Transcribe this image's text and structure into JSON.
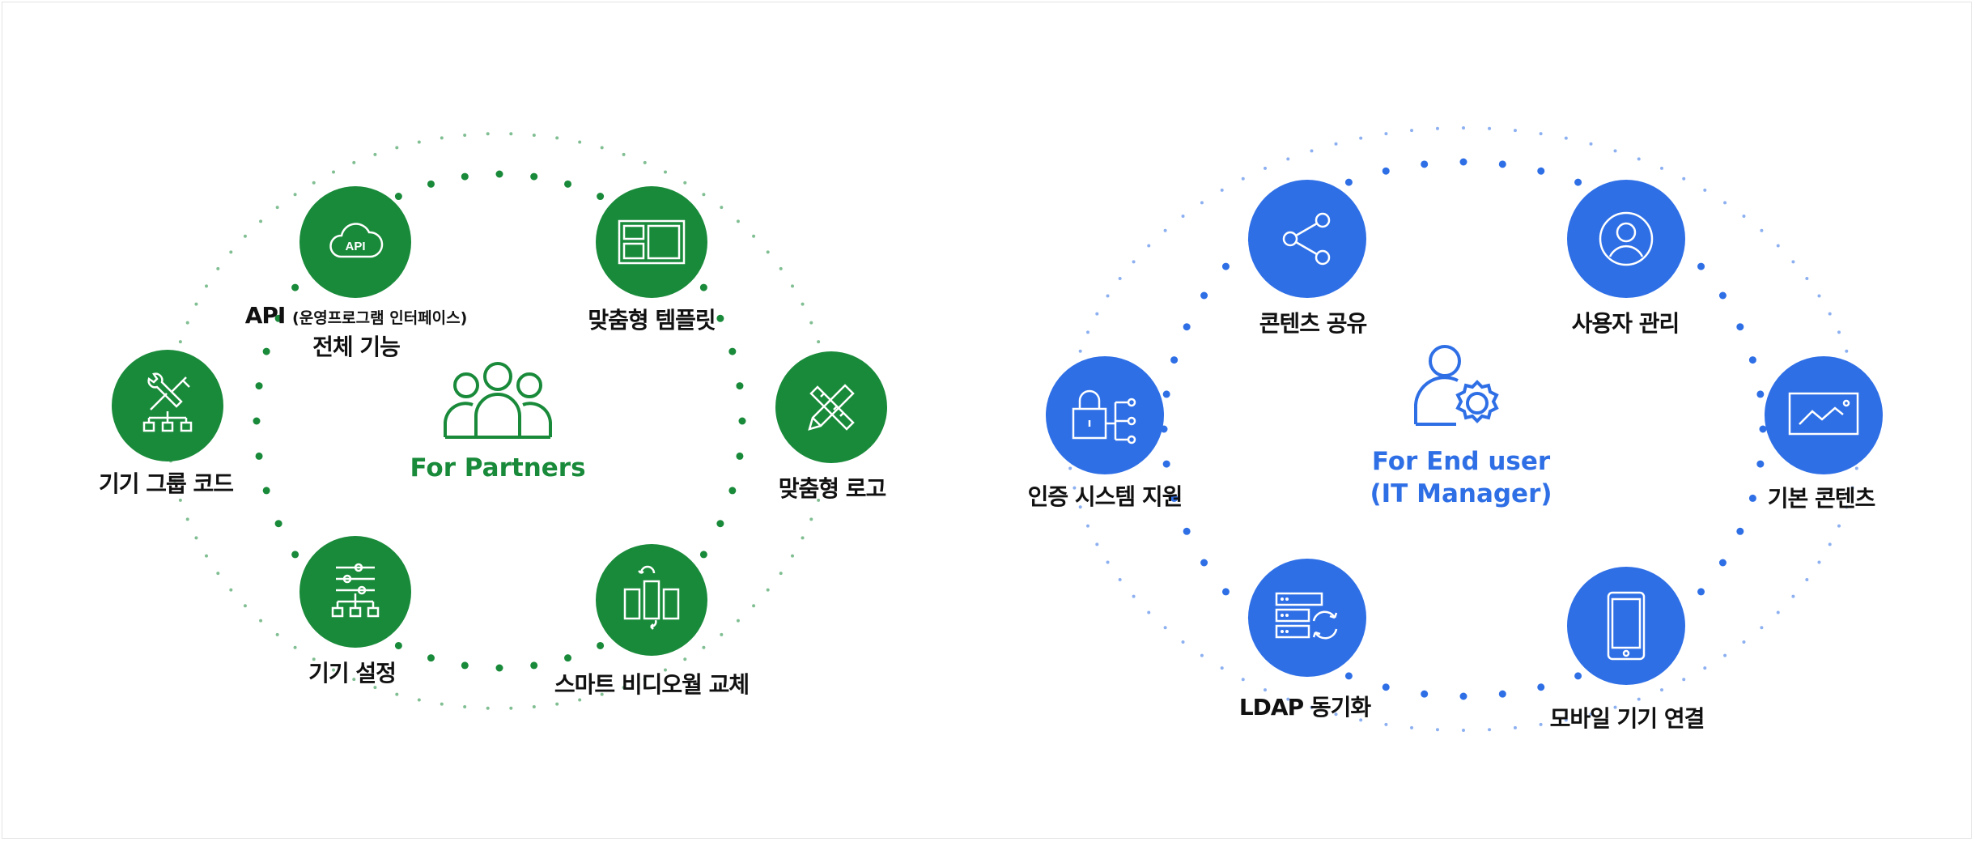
{
  "colors": {
    "partners": "#198a3a",
    "enduser": "#2f6fe6"
  },
  "partners": {
    "center_title": "For Partners",
    "icons": {
      "api": "API",
      "api_caption": "(운영프로그램 인터페이스)",
      "api_line2": "전체 기능"
    },
    "items": [
      {
        "label": "맞춤형 템플릿",
        "icon": "template-layout-icon"
      },
      {
        "label": "맞춤형 로고",
        "icon": "pencil-ruler-icon"
      },
      {
        "label": "스마트 비디오월 교체",
        "icon": "video-wall-swap-icon"
      },
      {
        "label": "기기 설정",
        "icon": "settings-sliders-icon"
      },
      {
        "label": "기기 그룹 코드",
        "icon": "tools-hierarchy-icon"
      }
    ]
  },
  "enduser": {
    "center_title_line1": "For End user",
    "center_title_line2": "(IT Manager)",
    "items": [
      {
        "label": "콘텐츠 공유",
        "icon": "share-icon"
      },
      {
        "label": "사용자 관리",
        "icon": "user-circle-icon"
      },
      {
        "label": "기본 콘텐츠",
        "icon": "monitor-chart-icon"
      },
      {
        "label": "모바일 기기 연결",
        "icon": "mobile-phone-icon"
      },
      {
        "label": "LDAP 동기화",
        "icon": "server-sync-icon"
      },
      {
        "label": "인증 시스템 지원",
        "icon": "lock-network-icon"
      }
    ]
  }
}
